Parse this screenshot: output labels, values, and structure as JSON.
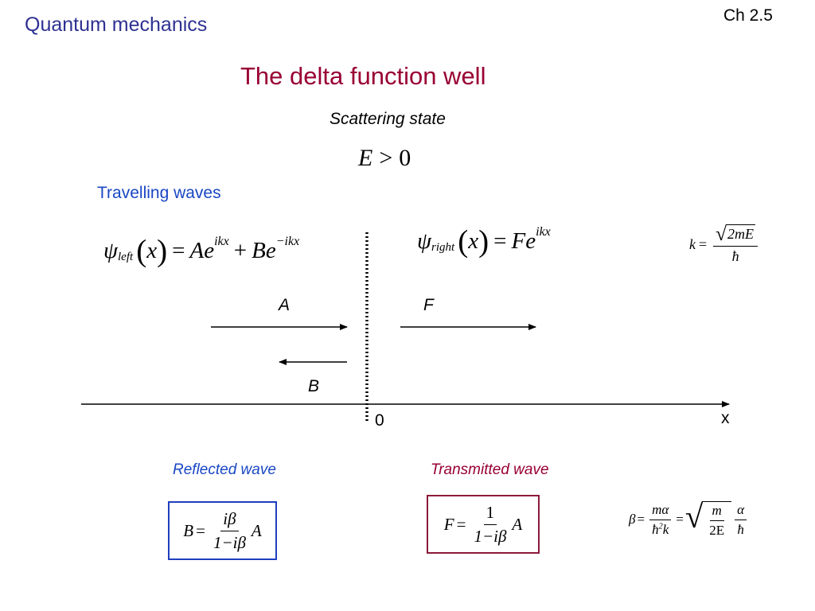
{
  "slide": {
    "course": "Quantum mechanics",
    "chapter": "Ch 2.5",
    "title": "The delta function well",
    "subtitle": "Scattering state",
    "condition": {
      "lhs": "E",
      "op": ">",
      "rhs": "0"
    },
    "section": "Travelling waves",
    "psi_left": {
      "symbol": "ψ",
      "sub": "left",
      "var": "x",
      "A": "A",
      "e1": "e",
      "exp1": "ikx",
      "plus": "+",
      "B": "B",
      "e2": "e",
      "exp2": "−ikx"
    },
    "psi_right": {
      "symbol": "ψ",
      "sub": "right",
      "var": "x",
      "F": "F",
      "e": "e",
      "exp": "ikx"
    },
    "k_def": {
      "lhs": "k",
      "num": "2mE",
      "den": "ħ"
    },
    "labels": {
      "A": "A",
      "F": "F",
      "B": "B",
      "origin": "0",
      "x_axis": "x"
    },
    "reflected": {
      "caption": "Reflected wave",
      "lhs": "B",
      "num": "iβ",
      "den": "1−iβ",
      "factor": "A"
    },
    "transmitted": {
      "caption": "Transmitted wave",
      "lhs": "F",
      "num": "1",
      "den": "1−iβ",
      "factor": "A"
    },
    "beta_def": {
      "lhs": "β",
      "num1": "mα",
      "den1a": "ħ",
      "den1b": "2",
      "den1c": "k",
      "num2": "m",
      "den2": "2E",
      "num3": "α",
      "den3": "ħ"
    },
    "colors": {
      "navy": "#2e3192",
      "crimson": "#990033",
      "blue": "#1a47c4",
      "box_blue": "#1f3fbf",
      "box_red": "#8b1a3a"
    }
  }
}
